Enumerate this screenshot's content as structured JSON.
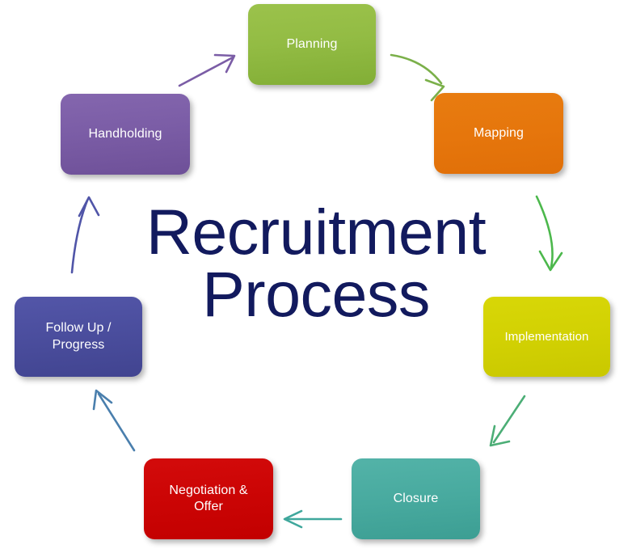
{
  "diagram": {
    "title": "Recruitment\nProcess",
    "title_color": "#121A5E",
    "background_color": "#FFFFFF",
    "type": "cycle",
    "nodes": [
      {
        "id": "planning",
        "label": "Planning",
        "color": "#8CBA42",
        "order": 1
      },
      {
        "id": "mapping",
        "label": "Mapping",
        "color": "#E6760C",
        "order": 2
      },
      {
        "id": "implementation",
        "label": "Implementation",
        "color": "#D2D103",
        "order": 3
      },
      {
        "id": "closure",
        "label": "Closure",
        "color": "#48AA9F",
        "order": 4
      },
      {
        "id": "negotiation",
        "label": "Negotiation &\nOffer",
        "color": "#CC0505",
        "order": 5
      },
      {
        "id": "followup",
        "label": "Follow Up /\nProgress",
        "color": "#4B4E9E",
        "order": 6
      },
      {
        "id": "handholding",
        "label": "Handholding",
        "color": "#7B5DA6",
        "order": 7
      }
    ],
    "arrows": [
      {
        "id": "handholding-to-planning",
        "from": "handholding",
        "to": "planning",
        "color": "#7B5DA6"
      },
      {
        "id": "planning-to-mapping",
        "from": "planning",
        "to": "mapping",
        "color": "#76B045"
      },
      {
        "id": "mapping-to-implementation",
        "from": "mapping",
        "to": "implementation",
        "color": "#4CAF4C"
      },
      {
        "id": "implementation-to-closure",
        "from": "implementation",
        "to": "closure",
        "color": "#4CAE7E"
      },
      {
        "id": "closure-to-negotiation",
        "from": "closure",
        "to": "negotiation",
        "color": "#3FA79C"
      },
      {
        "id": "negotiation-to-followup",
        "from": "negotiation",
        "to": "followup",
        "color": "#4A7FAD"
      },
      {
        "id": "followup-to-handholding",
        "from": "followup",
        "to": "handholding",
        "color": "#5055A8"
      }
    ]
  }
}
